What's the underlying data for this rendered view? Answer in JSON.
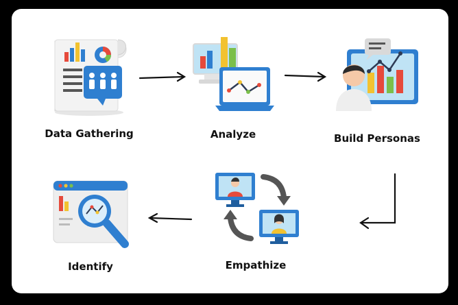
{
  "diagram": {
    "steps": [
      {
        "id": "data-gathering",
        "label": "Data Gathering",
        "icon": "report-document-icon"
      },
      {
        "id": "analyze",
        "label": "Analyze",
        "icon": "analytics-monitor-icon"
      },
      {
        "id": "build-personas",
        "label": "Build Personas",
        "icon": "persona-board-icon"
      },
      {
        "id": "empathize",
        "label": "Empathize",
        "icon": "user-exchange-icon"
      },
      {
        "id": "identify",
        "label": "Identify",
        "icon": "magnifier-window-icon"
      }
    ],
    "flow": [
      "Data Gathering",
      "Analyze",
      "Build Personas",
      "Empathize",
      "Identify"
    ]
  },
  "colors": {
    "background": "#000000",
    "card": "#ffffff",
    "accent_blue": "#2f7fd0",
    "arrow": "#111111"
  }
}
